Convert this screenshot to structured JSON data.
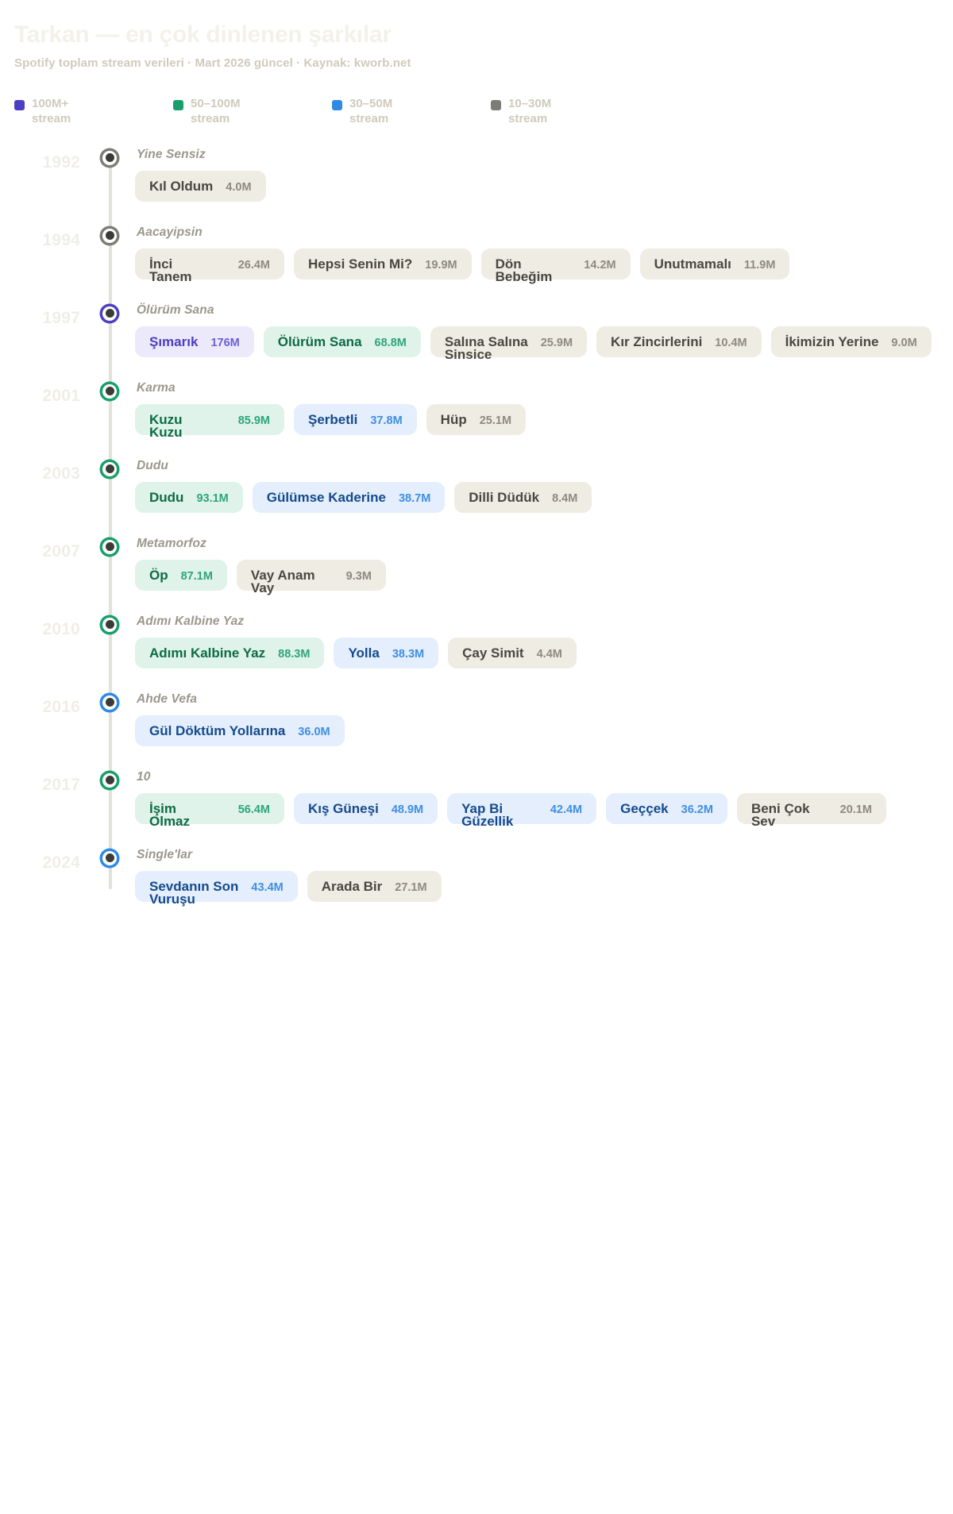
{
  "header": {
    "title": "Tarkan — en çok dinlenen şarkılar",
    "subtitle": "Spotify toplam stream verileri · Mart 2026 güncel · Kaynak: kworb.net"
  },
  "legend": {
    "items": [
      {
        "label_line1": "100M+",
        "label_line2": "stream",
        "color": "#4d3fc4",
        "tier": "t100"
      },
      {
        "label_line1": "50–100M",
        "label_line2": "stream",
        "color": "#17a06b",
        "tier": "t50"
      },
      {
        "label_line1": "30–50M",
        "label_line2": "stream",
        "color": "#2e8ae5",
        "tier": "t30"
      },
      {
        "label_line1": "10–30M",
        "label_line2": "stream",
        "color": "#7d7d78",
        "tier": "t10"
      }
    ]
  },
  "chart_data": {
    "type": "table",
    "title": "Tarkan — en çok dinlenen şarkılar",
    "subtitle": "Spotify toplam stream verileri · Mart 2026 güncel · Kaynak: kworb.net",
    "unit": "M streams",
    "tiers": [
      {
        "id": "t100",
        "label": "100M+ stream",
        "min": 100,
        "max": null,
        "color": "#4d3fc4"
      },
      {
        "id": "t50",
        "label": "50–100M stream",
        "min": 50,
        "max": 100,
        "color": "#17a06b"
      },
      {
        "id": "t30",
        "label": "30–50M stream",
        "min": 30,
        "max": 50,
        "color": "#2e8ae5"
      },
      {
        "id": "t10",
        "label": "10–30M stream",
        "min": 0,
        "max": 30,
        "color": "#7d7d78"
      }
    ],
    "rows": [
      {
        "year": "1992",
        "album": "Yine Sensiz",
        "dot_tier": "t10",
        "songs": [
          {
            "name1": "Kıl Oldum",
            "name2": "",
            "count": "4.0M",
            "value": 4.0,
            "tier": "t10",
            "wide": false
          }
        ]
      },
      {
        "year": "1994",
        "album": "Aacayipsin",
        "dot_tier": "t10",
        "songs": [
          {
            "name1": "İnci",
            "name2": "Tanem",
            "count": "26.4M",
            "value": 26.4,
            "tier": "t10",
            "wide": true
          },
          {
            "name1": "Hepsi Senin Mi?",
            "name2": "",
            "count": "19.9M",
            "value": 19.9,
            "tier": "t10",
            "wide": false
          },
          {
            "name1": "Dön",
            "name2": "Bebeğim",
            "count": "14.2M",
            "value": 14.2,
            "tier": "t10",
            "wide": true
          },
          {
            "name1": "Unutmamalı",
            "name2": "",
            "count": "11.9M",
            "value": 11.9,
            "tier": "t10",
            "wide": false
          }
        ]
      },
      {
        "year": "1997",
        "album": "Ölürüm Sana",
        "dot_tier": "t100",
        "songs": [
          {
            "name1": "Şımarık",
            "name2": "",
            "count": "176M",
            "value": 176,
            "tier": "t100",
            "wide": false
          },
          {
            "name1": "Ölürüm Sana",
            "name2": "",
            "count": "68.8M",
            "value": 68.8,
            "tier": "t50",
            "wide": false
          },
          {
            "name1": "Salına Salına",
            "name2": "Sinsice",
            "count": "25.9M",
            "value": 25.9,
            "tier": "t10",
            "wide": true
          },
          {
            "name1": "Kır Zincirlerini",
            "name2": "",
            "count": "10.4M",
            "value": 10.4,
            "tier": "t10",
            "wide": false
          },
          {
            "name1": "İkimizin Yerine",
            "name2": "",
            "count": "9.0M",
            "value": 9.0,
            "tier": "t10",
            "wide": false
          }
        ]
      },
      {
        "year": "2001",
        "album": "Karma",
        "dot_tier": "t50",
        "songs": [
          {
            "name1": "Kuzu",
            "name2": "Kuzu",
            "count": "85.9M",
            "value": 85.9,
            "tier": "t50",
            "wide": true
          },
          {
            "name1": "Şerbetli",
            "name2": "",
            "count": "37.8M",
            "value": 37.8,
            "tier": "t30",
            "wide": false
          },
          {
            "name1": "Hüp",
            "name2": "",
            "count": "25.1M",
            "value": 25.1,
            "tier": "t10",
            "wide": false
          }
        ]
      },
      {
        "year": "2003",
        "album": "Dudu",
        "dot_tier": "t50",
        "songs": [
          {
            "name1": "Dudu",
            "name2": "",
            "count": "93.1M",
            "value": 93.1,
            "tier": "t50",
            "wide": false
          },
          {
            "name1": "Gülümse Kaderine",
            "name2": "",
            "count": "38.7M",
            "value": 38.7,
            "tier": "t30",
            "wide": false
          },
          {
            "name1": "Dilli Düdük",
            "name2": "",
            "count": "8.4M",
            "value": 8.4,
            "tier": "t10",
            "wide": false
          }
        ]
      },
      {
        "year": "2007",
        "album": "Metamorfoz",
        "dot_tier": "t50",
        "songs": [
          {
            "name1": "Öp",
            "name2": "",
            "count": "87.1M",
            "value": 87.1,
            "tier": "t50",
            "wide": false
          },
          {
            "name1": "Vay Anam",
            "name2": "Vay",
            "count": "9.3M",
            "value": 9.3,
            "tier": "t10",
            "wide": true
          }
        ]
      },
      {
        "year": "2010",
        "album": "Adımı Kalbine Yaz",
        "dot_tier": "t50",
        "songs": [
          {
            "name1": "Adımı Kalbine Yaz",
            "name2": "",
            "count": "88.3M",
            "value": 88.3,
            "tier": "t50",
            "wide": false
          },
          {
            "name1": "Yolla",
            "name2": "",
            "count": "38.3M",
            "value": 38.3,
            "tier": "t30",
            "wide": false
          },
          {
            "name1": "Çay Simit",
            "name2": "",
            "count": "4.4M",
            "value": 4.4,
            "tier": "t10",
            "wide": false
          }
        ]
      },
      {
        "year": "2016",
        "album": "Ahde Vefa",
        "dot_tier": "t30",
        "songs": [
          {
            "name1": "Gül Döktüm Yollarına",
            "name2": "",
            "count": "36.0M",
            "value": 36.0,
            "tier": "t30",
            "wide": false
          }
        ]
      },
      {
        "year": "2017",
        "album": "10",
        "dot_tier": "t50",
        "songs": [
          {
            "name1": "İşim",
            "name2": "Olmaz",
            "count": "56.4M",
            "value": 56.4,
            "tier": "t50",
            "wide": true
          },
          {
            "name1": "Kış Güneşi",
            "name2": "",
            "count": "48.9M",
            "value": 48.9,
            "tier": "t30",
            "wide": false
          },
          {
            "name1": "Yap Bi",
            "name2": "Güzellik",
            "count": "42.4M",
            "value": 42.4,
            "tier": "t30",
            "wide": true
          },
          {
            "name1": "Geççek",
            "name2": "",
            "count": "36.2M",
            "value": 36.2,
            "tier": "t30",
            "wide": false
          },
          {
            "name1": "Beni Çok",
            "name2": "Sev",
            "count": "20.1M",
            "value": 20.1,
            "tier": "t10",
            "wide": true
          }
        ]
      },
      {
        "year": "2024",
        "album": "Single'lar",
        "dot_tier": "t30",
        "songs": [
          {
            "name1": "Sevdanın Son",
            "name2": "Vuruşu",
            "count": "43.4M",
            "value": 43.4,
            "tier": "t30",
            "wide": true
          },
          {
            "name1": "Arada Bir",
            "name2": "",
            "count": "27.1M",
            "value": 27.1,
            "tier": "t10",
            "wide": false
          }
        ]
      }
    ]
  }
}
